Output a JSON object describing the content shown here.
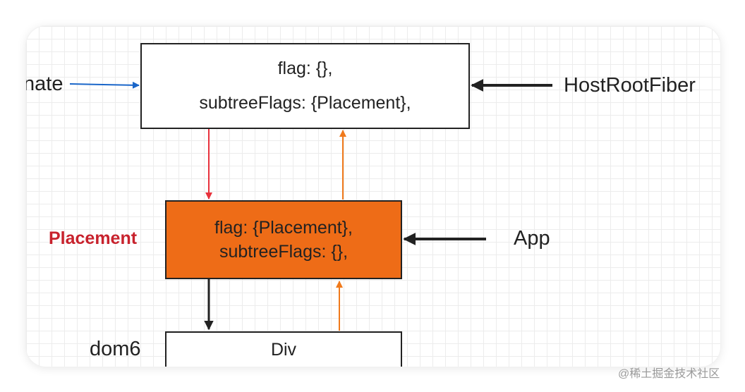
{
  "host_node": {
    "flag": "flag: {},",
    "subtree": "subtreeFlags: {Placement},"
  },
  "app_node": {
    "flag": "flag: {Placement},",
    "subtree": "subtreeFlags: {},"
  },
  "div_node": {
    "label": "Div"
  },
  "labels": {
    "alternate_partial": "nate",
    "host_root_fiber": "HostRootFiber",
    "app": "App",
    "dom6": "dom6",
    "placement": "Placement"
  },
  "watermark": "@稀土掘金技术社区",
  "colors": {
    "app_fill": "#ee6c17",
    "placement_text": "#c8222d",
    "blue_arrow": "#1a66c9",
    "red_arrow": "#e8323c",
    "orange_arrow": "#f07a1c",
    "black_arrow": "#222222"
  }
}
